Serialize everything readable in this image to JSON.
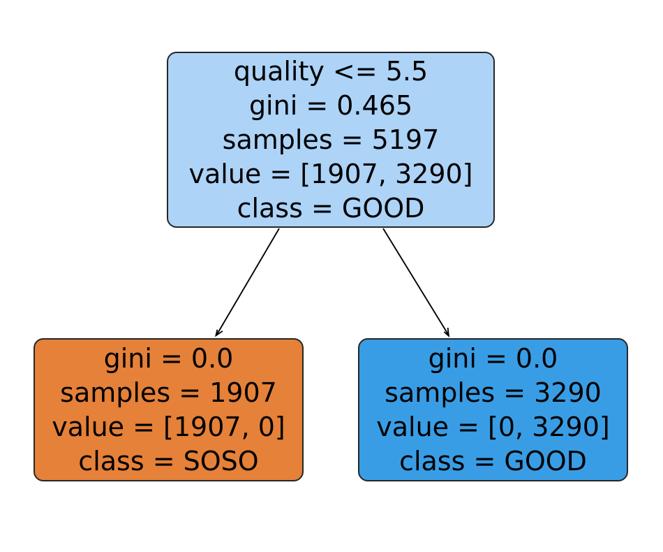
{
  "chart_data": {
    "type": "diagram",
    "diagram_kind": "decision-tree",
    "title": "",
    "criterion": "gini",
    "class_names": [
      "SOSO",
      "GOOD"
    ],
    "feature_names": [
      "quality"
    ],
    "total_samples": 5197,
    "nodes": [
      {
        "id": "root",
        "role": "root",
        "split_feature": "quality",
        "split_operator": "<=",
        "split_threshold": 5.5,
        "gini": 0.465,
        "samples": 5197,
        "value": [
          1907,
          3290
        ],
        "predicted_class": "GOOD",
        "fill_color": "#add3f7",
        "lines": [
          "quality <= 5.5",
          "gini = 0.465",
          "samples = 5197",
          "value = [1907, 3290]",
          "class = GOOD"
        ]
      },
      {
        "id": "left",
        "role": "leaf",
        "gini": 0.0,
        "samples": 1907,
        "value": [
          1907,
          0
        ],
        "predicted_class": "SOSO",
        "fill_color": "#e58139",
        "lines": [
          "gini = 0.0",
          "samples = 1907",
          "value = [1907, 0]",
          "class = SOSO"
        ]
      },
      {
        "id": "right",
        "role": "leaf",
        "gini": 0.0,
        "samples": 3290,
        "value": [
          0,
          3290
        ],
        "predicted_class": "GOOD",
        "fill_color": "#399de5",
        "lines": [
          "gini = 0.0",
          "samples = 3290",
          "value = [0, 3290]",
          "class = GOOD"
        ]
      }
    ],
    "edges": [
      {
        "from": "root",
        "to": "left",
        "branch": "true",
        "label": ""
      },
      {
        "from": "root",
        "to": "right",
        "branch": "false",
        "label": ""
      }
    ],
    "colors": {
      "background": "#ffffff",
      "node_border": "#262626",
      "edge_stroke": "#000000",
      "text": "#000000",
      "root_fill": "#add3f7",
      "leaf_soso_fill": "#e58139",
      "leaf_good_fill": "#399de5"
    }
  }
}
